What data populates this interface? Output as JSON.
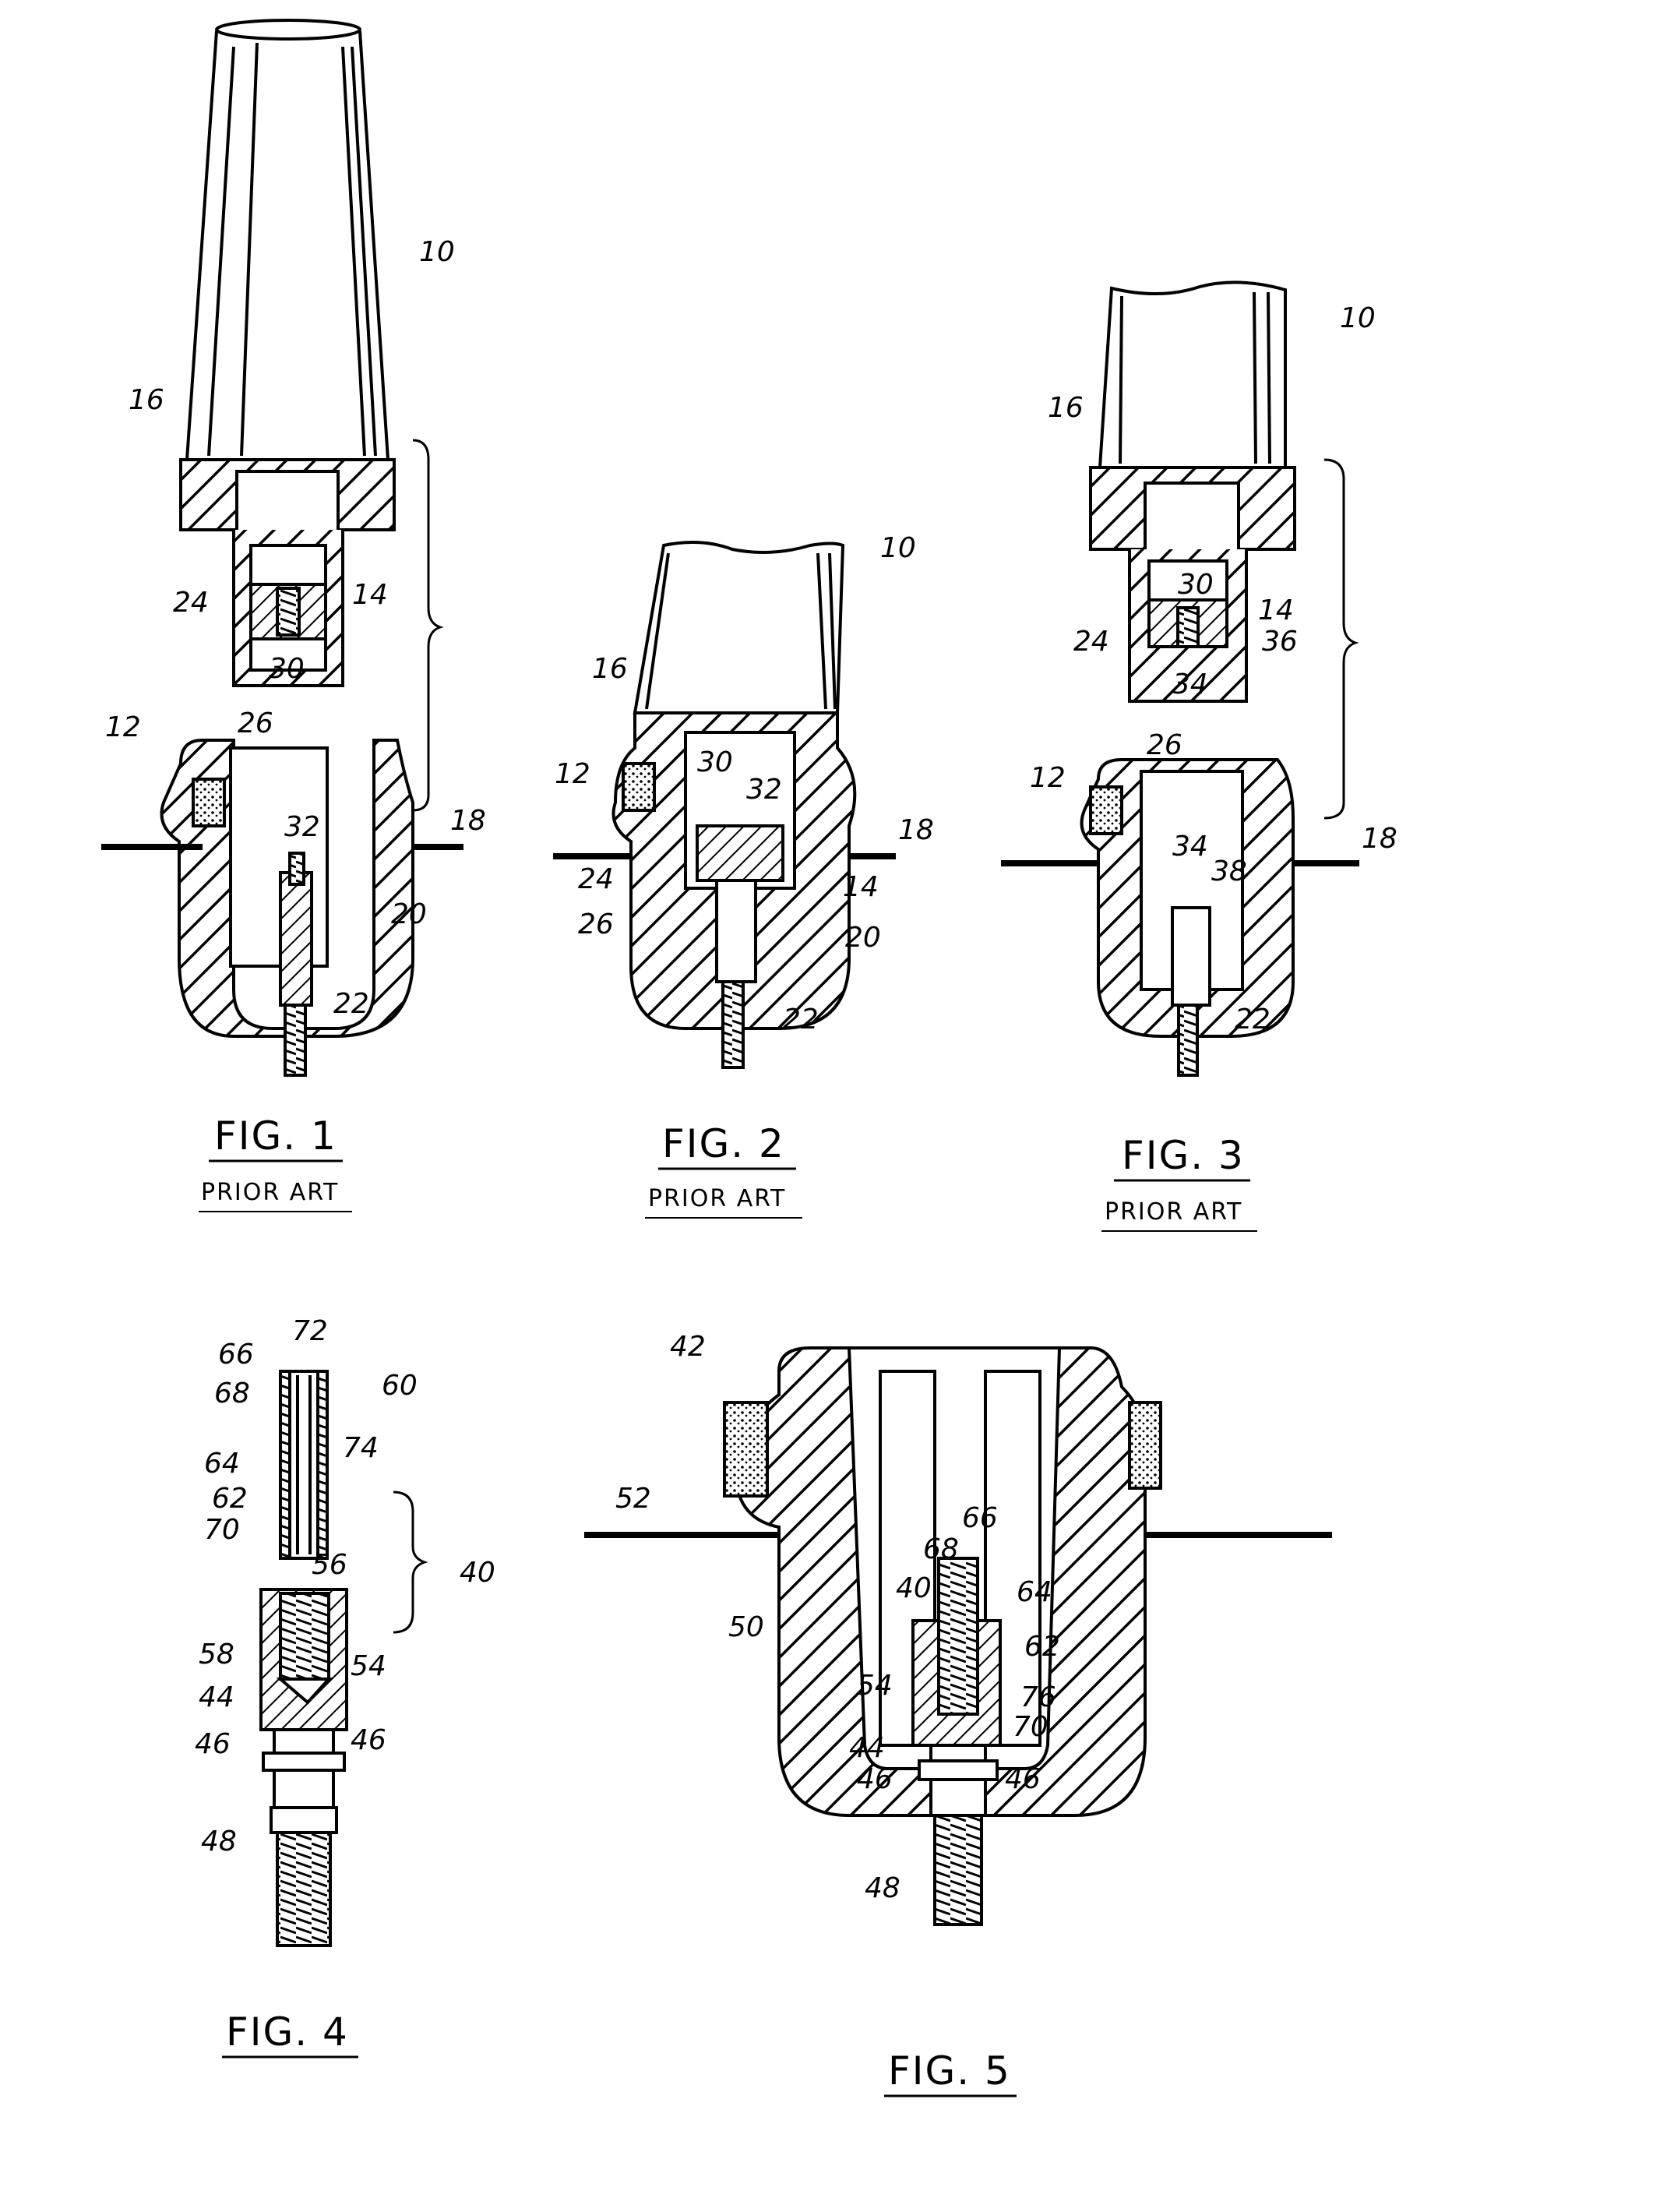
{
  "figures": [
    {
      "id": "fig1",
      "caption": "FIG. 1",
      "subcaption": "PRIOR ART",
      "labels": [
        "10",
        "16",
        "24",
        "14",
        "30",
        "12",
        "26",
        "32",
        "18",
        "20",
        "22"
      ]
    },
    {
      "id": "fig2",
      "caption": "FIG. 2",
      "subcaption": "PRIOR ART",
      "labels": [
        "10",
        "16",
        "12",
        "30",
        "32",
        "18",
        "24",
        "14",
        "26",
        "20",
        "22"
      ]
    },
    {
      "id": "fig3",
      "caption": "FIG. 3",
      "subcaption": "PRIOR ART",
      "labels": [
        "10",
        "16",
        "30",
        "14",
        "24",
        "36",
        "34",
        "12",
        "26",
        "34",
        "38",
        "18",
        "22"
      ]
    },
    {
      "id": "fig4",
      "caption": "FIG. 4",
      "labels": [
        "66",
        "72",
        "68",
        "60",
        "74",
        "64",
        "62",
        "70",
        "56",
        "40",
        "58",
        "54",
        "44",
        "46",
        "46",
        "48"
      ]
    },
    {
      "id": "fig5",
      "caption": "FIG. 5",
      "labels": [
        "42",
        "52",
        "66",
        "68",
        "64",
        "40",
        "50",
        "62",
        "54",
        "76",
        "70",
        "44",
        "46",
        "46",
        "48"
      ]
    }
  ]
}
